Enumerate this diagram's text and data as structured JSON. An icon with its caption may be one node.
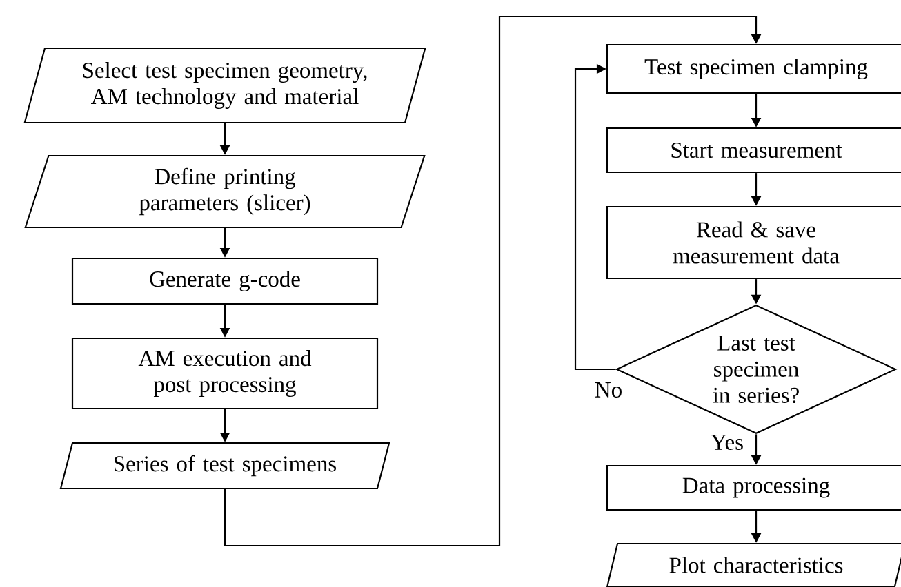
{
  "diagram": {
    "nodes": [
      {
        "text": [
          "Select test specimen geometry, AM technology and material"
        ]
      },
      {
        "text": [
          "Define printing parameters (slicer)"
        ]
      },
      {
        "text": [
          "Generate g-code"
        ]
      },
      {
        "text": [
          "AM execution and post processing"
        ]
      },
      {
        "text": [
          "Series of test specimens"
        ]
      },
      {
        "text": [
          "Test specimen clamping"
        ]
      },
      {
        "text": [
          "Start measurement"
        ]
      },
      {
        "text": [
          "Read & save measurement data"
        ]
      },
      {
        "text": [
          "Last test specimen in series?"
        ]
      },
      {
        "text": [
          "Data processing"
        ]
      },
      {
        "text": [
          "Plot characteristics"
        ]
      }
    ],
    "edges": [
      {
        "from": 0,
        "to": 1,
        "arrow": "to"
      },
      {
        "from": 1,
        "to": 2,
        "arrow": "to"
      },
      {
        "from": 2,
        "to": 3,
        "arrow": "to"
      },
      {
        "from": 3,
        "to": 4,
        "arrow": "to"
      },
      {
        "from": 4,
        "to": 5,
        "arrow": "to"
      },
      {
        "from": 5,
        "to": 6,
        "arrow": "to"
      },
      {
        "from": 6,
        "to": 7,
        "arrow": "to"
      },
      {
        "from": 7,
        "to": 8,
        "arrow": "to"
      },
      {
        "from": 8,
        "to": 9,
        "arrow": "to",
        "label": "Yes"
      },
      {
        "from": 8,
        "to": 5,
        "arrow": "to",
        "label": "No"
      },
      {
        "from": 9,
        "to": 10,
        "arrow": "to"
      }
    ]
  }
}
